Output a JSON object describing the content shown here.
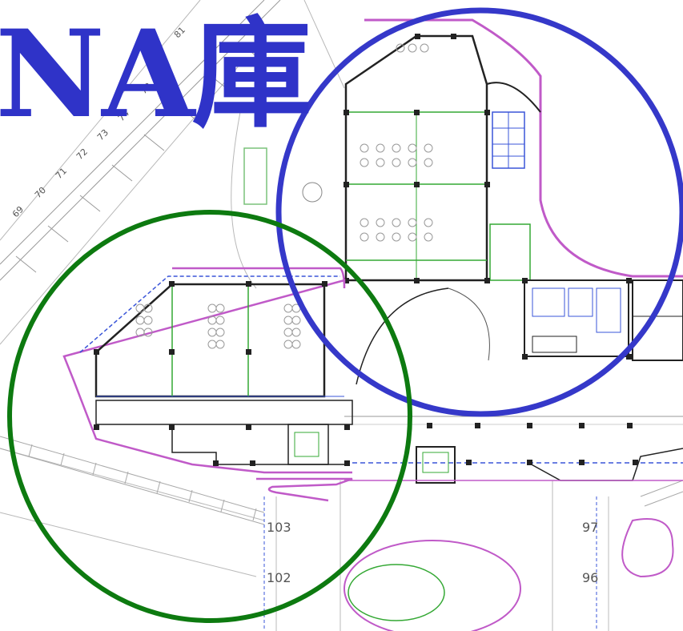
{
  "title": "NA庫",
  "circles": {
    "blue": {
      "color": "#3538c9"
    },
    "green": {
      "color": "#0d7a10"
    }
  },
  "parking_numbers": [
    "69",
    "70",
    "71",
    "72",
    "73",
    "74",
    "78",
    "81"
  ],
  "column_labels": [
    "103",
    "102",
    "97",
    "96"
  ],
  "colors": {
    "plan_line": "#7a7a7a",
    "wall": "#222222",
    "pink": "#c05ac8",
    "green_line": "#34a834",
    "blue_line": "#3a55d8"
  }
}
